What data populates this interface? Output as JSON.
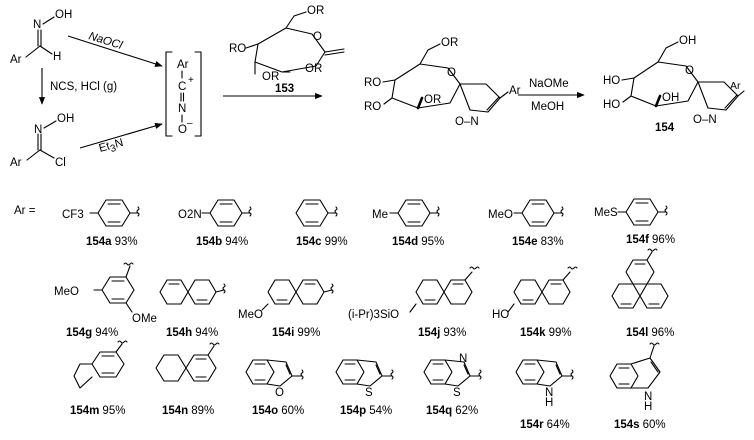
{
  "scheme": {
    "oxime": {
      "oh": "OH",
      "n": "N",
      "ar": "Ar",
      "h": "H"
    },
    "chloro_oxime": {
      "oh": "OH",
      "n": "N",
      "ar": "Ar",
      "cl": "Cl"
    },
    "reagents": {
      "naocl": "NaOCl",
      "ncs": "NCS, HCl (g)",
      "et3n_base": "Et",
      "et3n_sub": "3",
      "et3n_end": "N",
      "naome": "NaOMe",
      "meoh": "MeOH"
    },
    "nitrile_oxide": {
      "ar": "Ar",
      "c": "C",
      "plus": "+",
      "n": "N",
      "o": "O",
      "minus": "–"
    },
    "sugar_153": {
      "id": "153",
      "or1": "OR",
      "or2": "OR",
      "or3": "RO",
      "or4": "OR"
    },
    "spiro_product": {
      "or_top": "OR",
      "ro_left": "RO",
      "ro_bottom": "RO",
      "or_bottom": "OR",
      "o_ring": "O",
      "ox": "O–N",
      "ar": "Ar"
    },
    "product_154": {
      "id": "154",
      "oh_top": "OH",
      "ho_left": "HO",
      "ho_bottom": "HO",
      "oh_bottom": "OH",
      "o_ring": "O",
      "ox": "O–N",
      "ar": "Ar"
    },
    "ar_label": "Ar ="
  },
  "substituents": [
    {
      "id": "154a",
      "yield": "93%",
      "group": "CF3"
    },
    {
      "id": "154b",
      "yield": "94%",
      "group": "O2N"
    },
    {
      "id": "154c",
      "yield": "99%",
      "group": ""
    },
    {
      "id": "154d",
      "yield": "95%",
      "group": "Me"
    },
    {
      "id": "154e",
      "yield": "83%",
      "group": "MeO"
    },
    {
      "id": "154f",
      "yield": "96%",
      "group": "MeS"
    },
    {
      "id": "154g",
      "yield": "94%",
      "group": "MeO",
      "group2": "OMe"
    },
    {
      "id": "154h",
      "yield": "94%"
    },
    {
      "id": "154i",
      "yield": "99%",
      "group": "MeO"
    },
    {
      "id": "154j",
      "yield": "93%",
      "group": "(i-Pr)3SiO"
    },
    {
      "id": "154k",
      "yield": "99%",
      "group": "HO"
    },
    {
      "id": "154l",
      "yield": "96%"
    },
    {
      "id": "154m",
      "yield": "95%"
    },
    {
      "id": "154n",
      "yield": "89%"
    },
    {
      "id": "154o",
      "yield": "60%",
      "hetero": "O"
    },
    {
      "id": "154p",
      "yield": "54%",
      "hetero": "S"
    },
    {
      "id": "154q",
      "yield": "62%",
      "hetero": "S",
      "hetero2": "N"
    },
    {
      "id": "154r",
      "yield": "64%",
      "hetero": "N",
      "hetero_h": "H"
    },
    {
      "id": "154s",
      "yield": "60%",
      "hetero": "N",
      "hetero_h": "H"
    }
  ]
}
